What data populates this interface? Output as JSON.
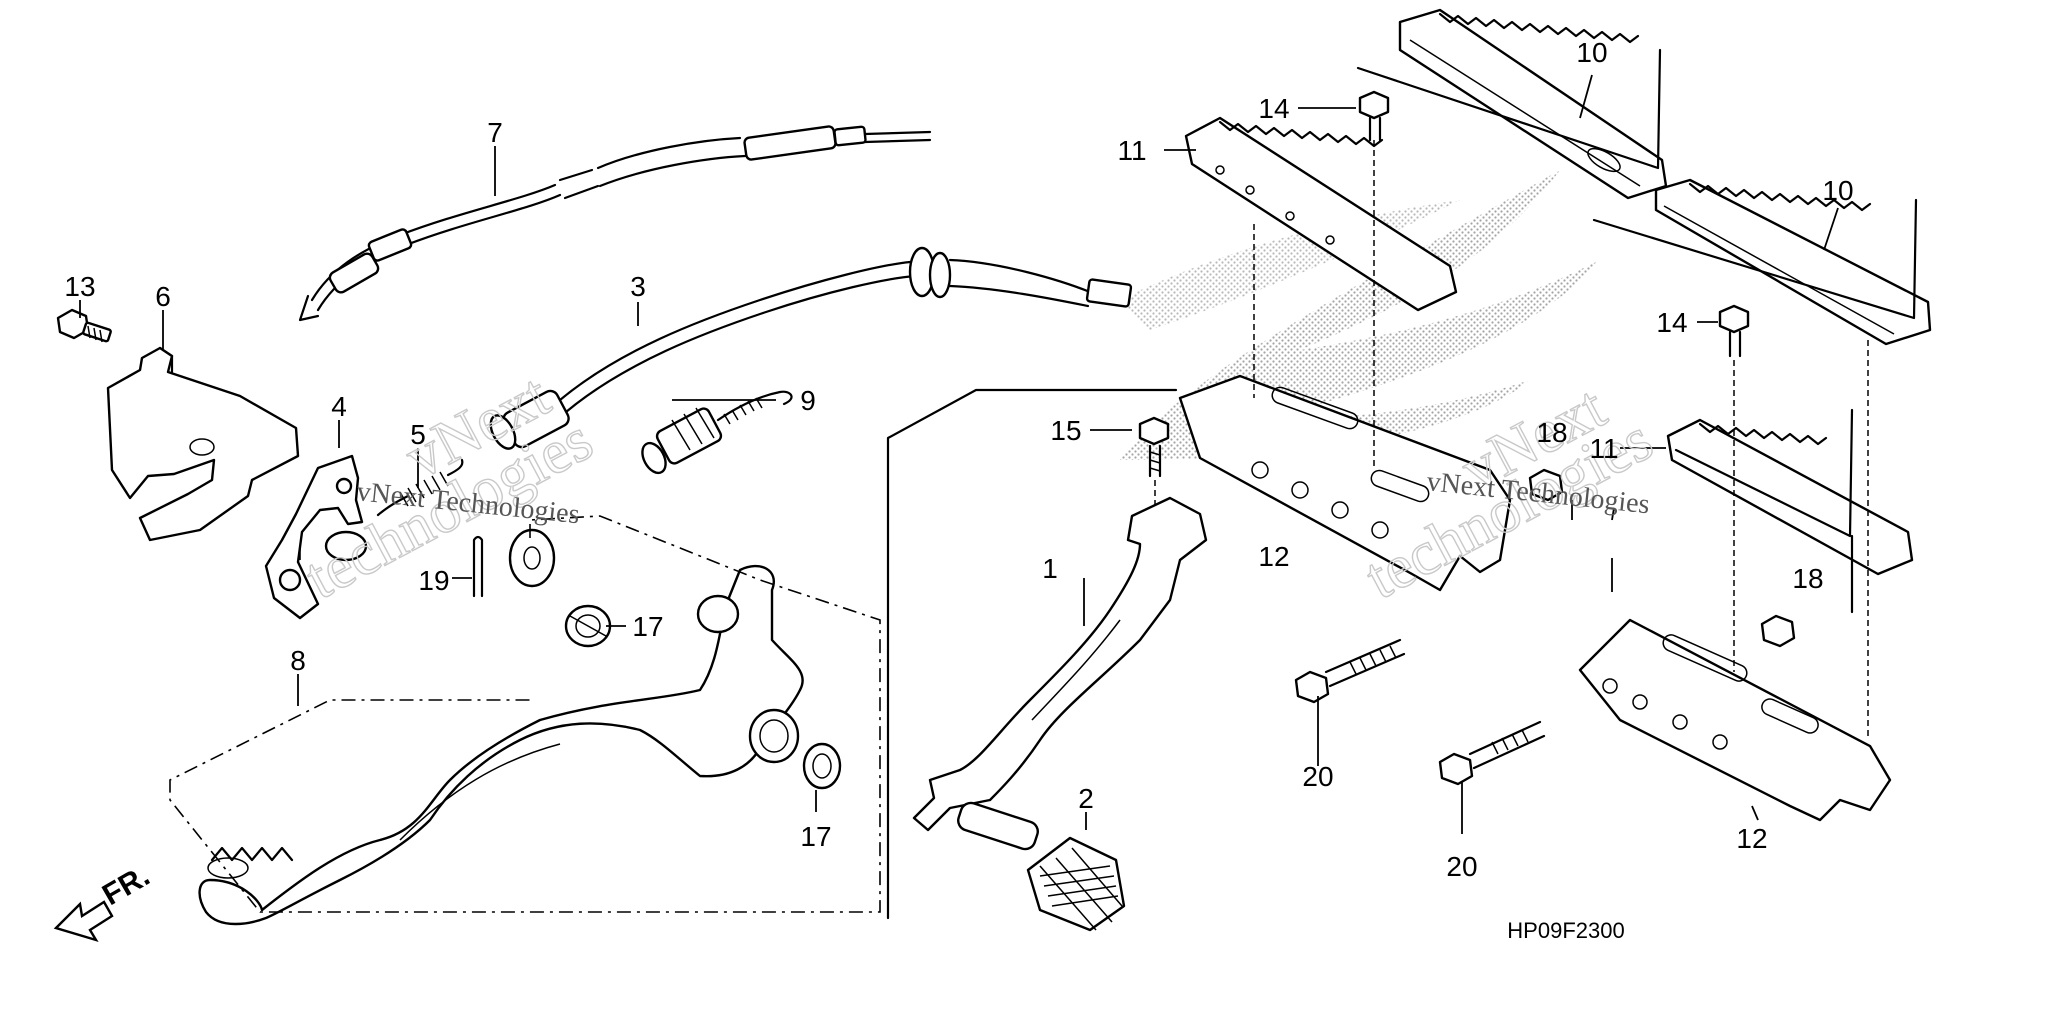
{
  "diagram": {
    "code": "HP09F2300",
    "front_label": "FR.",
    "watermark": {
      "line1": "vNext Technologies",
      "line2": "vNext",
      "line3": "technologies"
    },
    "callouts": {
      "c1": "1",
      "c2": "2",
      "c3": "3",
      "c4": "4",
      "c5": "5",
      "c6": "6",
      "c7": "7",
      "c8": "8",
      "c9": "9",
      "c10a": "10",
      "c10b": "10",
      "c11a": "11",
      "c11b": "11",
      "c12a": "12",
      "c12b": "12",
      "c13": "13",
      "c14a": "14",
      "c14b": "14",
      "c15": "15",
      "c17a": "17",
      "c17b": "17",
      "c18a": "18",
      "c18b": "18",
      "c19": "19",
      "c20a": "20",
      "c20b": "20"
    }
  }
}
